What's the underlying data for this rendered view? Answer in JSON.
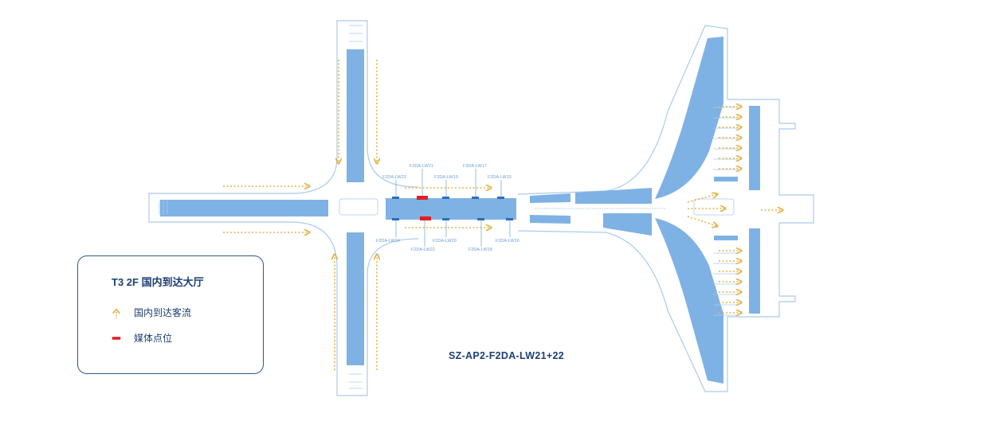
{
  "legend": {
    "title": "T3 2F 国内到达大厅",
    "items": [
      {
        "label": "国内到达客流",
        "icon": "dotted-arrow-up-icon",
        "color": "#e2b44b"
      },
      {
        "label": "媒体点位",
        "icon": "red-marker-icon",
        "color": "#e31e24"
      }
    ]
  },
  "code_label": "SZ-AP2-F2DA-LW21+22",
  "points": [
    {
      "id": "F2DA-LW21",
      "label": "F2DA-LW21",
      "highlighted": true
    },
    {
      "id": "F2DA-LW22",
      "label": "F2DA-LW22",
      "highlighted": true
    },
    {
      "id": "F2DA-LW23",
      "label": "F2DA-LW23",
      "highlighted": false
    },
    {
      "id": "F2DA-LW24",
      "label": "F2DA-LW24",
      "highlighted": false
    },
    {
      "id": "F2DA-LW19",
      "label": "F2DA-LW19",
      "highlighted": false
    },
    {
      "id": "F2DA-LW20",
      "label": "F2DA-LW20",
      "highlighted": false
    },
    {
      "id": "F2DA-LW17",
      "label": "F2DA-LW17",
      "highlighted": false
    },
    {
      "id": "F2DA-LW18",
      "label": "F2DA-LW18",
      "highlighted": false
    },
    {
      "id": "F2DA-LW15",
      "label": "F2DA-LW15",
      "highlighted": false
    },
    {
      "id": "F2DA-LW16",
      "label": "F2DA-LW16",
      "highlighted": false
    }
  ],
  "colors": {
    "floor_fill": "#7fb2e4",
    "outline": "#a9cbec",
    "flow_arrow": "#e2b44b",
    "media_point": "#e31e24",
    "label_text": "#6aa0d6",
    "legend_text": "#1c3f73"
  }
}
